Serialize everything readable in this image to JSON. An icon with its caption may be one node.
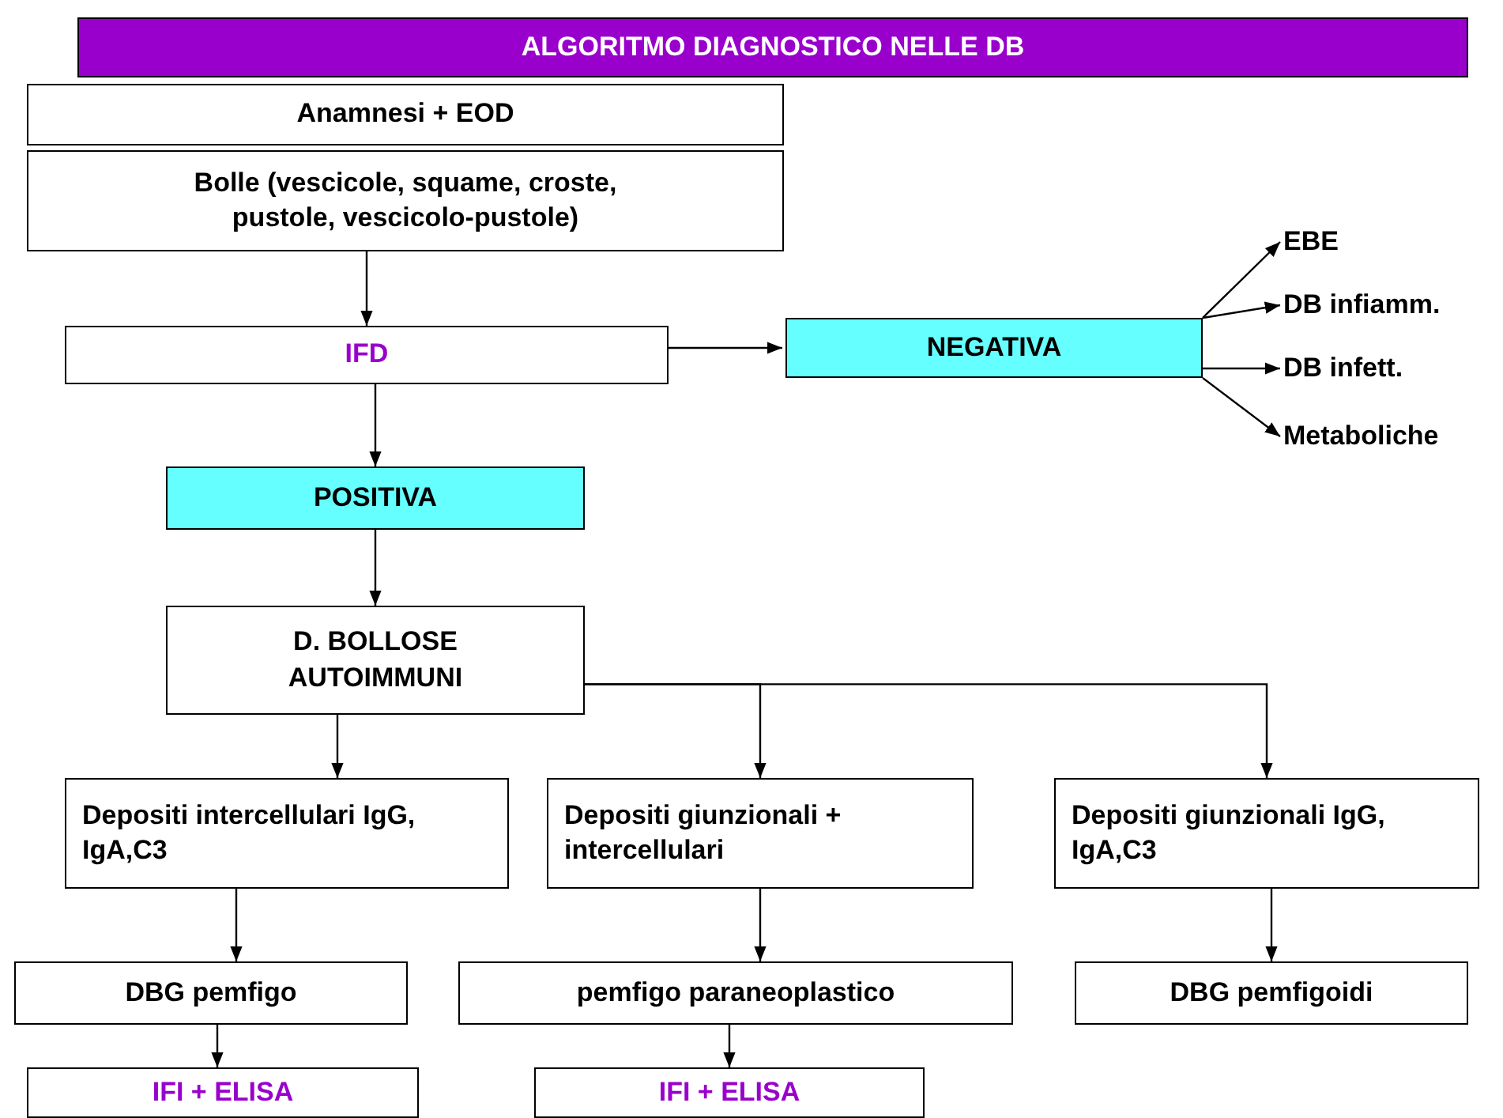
{
  "diagram": {
    "title": "ALGORITMO DIAGNOSTICO NELLE DB",
    "nodes": [
      {
        "text": [
          "Anamnesi + EOD"
        ]
      },
      {
        "text": [
          "Bolle (vescicole, squame, croste, pustole, vescicolo-pustole)"
        ]
      },
      {
        "text": [
          "IFD"
        ]
      },
      {
        "text": [
          "NEGATIVA"
        ]
      },
      {
        "text": [
          "EBE"
        ]
      },
      {
        "text": [
          "DB infiamm."
        ]
      },
      {
        "text": [
          "DB infett."
        ]
      },
      {
        "text": [
          "Metaboliche"
        ]
      },
      {
        "text": [
          "POSITIVA"
        ]
      },
      {
        "text": [
          "D. BOLLOSE AUTOIMMUNI"
        ]
      },
      {
        "text": [
          "Depositi intercellulari IgG, IgA,C3"
        ]
      },
      {
        "text": [
          "Depositi giunzionali + intercellulari"
        ]
      },
      {
        "text": [
          "Depositi giunzionali IgG, IgA,C3"
        ]
      },
      {
        "text": [
          "DBG  pemfigo"
        ]
      },
      {
        "text": [
          "pemfigo paraneoplastico"
        ]
      },
      {
        "text": [
          "DBG  pemfigoidi"
        ]
      },
      {
        "text": [
          "IFI + ELISA"
        ]
      },
      {
        "text": [
          "IFI + ELISA"
        ]
      }
    ],
    "edges": [
      {
        "from": 1,
        "to": 2,
        "arrow": "to"
      },
      {
        "from": 2,
        "to": 3,
        "arrow": "to"
      },
      {
        "from": 3,
        "to": 4,
        "arrow": "to"
      },
      {
        "from": 3,
        "to": 5,
        "arrow": "to"
      },
      {
        "from": 3,
        "to": 6,
        "arrow": "to"
      },
      {
        "from": 3,
        "to": 7,
        "arrow": "to"
      },
      {
        "from": 2,
        "to": 8,
        "arrow": "to"
      },
      {
        "from": 8,
        "to": 9,
        "arrow": "to"
      },
      {
        "from": 9,
        "to": 10,
        "arrow": "to"
      },
      {
        "from": 9,
        "to": 11,
        "arrow": "to"
      },
      {
        "from": 9,
        "to": 12,
        "arrow": "to"
      },
      {
        "from": 10,
        "to": 13,
        "arrow": "to"
      },
      {
        "from": 11,
        "to": 14,
        "arrow": "to"
      },
      {
        "from": 12,
        "to": 15,
        "arrow": "to"
      },
      {
        "from": 13,
        "to": 16,
        "arrow": "to"
      },
      {
        "from": 14,
        "to": 17,
        "arrow": "to"
      }
    ]
  }
}
